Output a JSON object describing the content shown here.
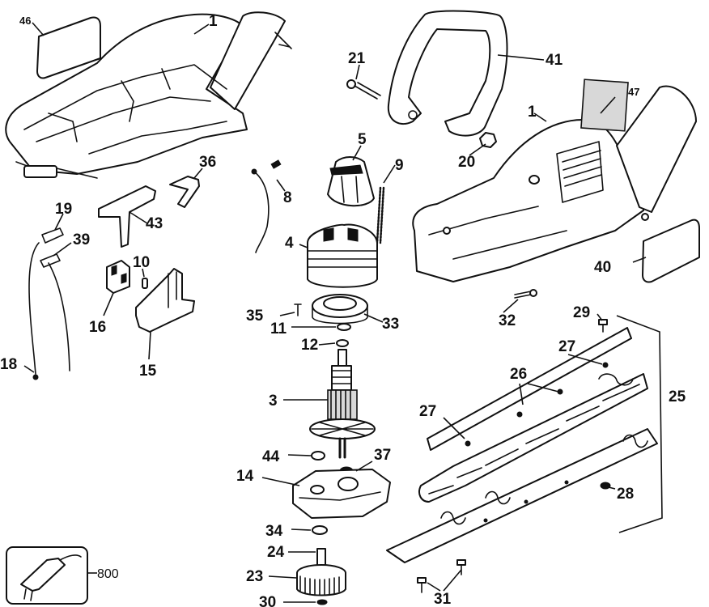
{
  "callouts": {
    "c1a": "1",
    "c1b": "1",
    "c3": "3",
    "c4": "4",
    "c5": "5",
    "c8": "8",
    "c9": "9",
    "c10": "10",
    "c11": "11",
    "c12": "12",
    "c14": "14",
    "c15": "15",
    "c16": "16",
    "c18": "18",
    "c19": "19",
    "c20": "20",
    "c21": "21",
    "c23": "23",
    "c24": "24",
    "c25": "25",
    "c26": "26",
    "c27a": "27",
    "c27b": "27",
    "c28": "28",
    "c29": "29",
    "c30": "30",
    "c31": "31",
    "c32": "32",
    "c33": "33",
    "c34": "34",
    "c35": "35",
    "c36": "36",
    "c37": "37",
    "c39": "39",
    "c40": "40",
    "c41": "41",
    "c43": "43",
    "c44": "44",
    "c46": "46",
    "c47": "47",
    "c800": "800"
  }
}
